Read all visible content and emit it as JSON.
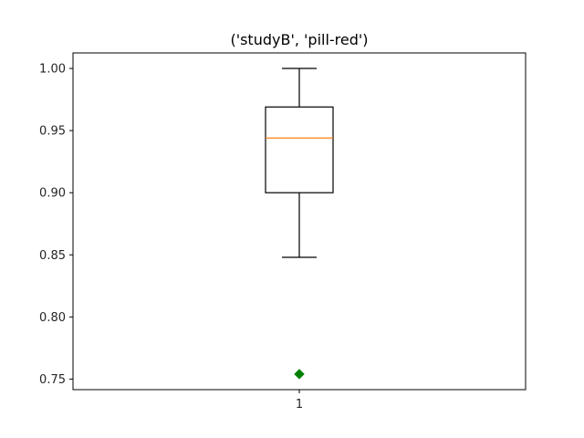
{
  "chart_data": {
    "type": "box",
    "title": "('studyB', 'pill-red')",
    "xlabel": "",
    "ylabel": "",
    "categories": [
      "1"
    ],
    "boxes": [
      {
        "category": "1",
        "whisker_low": 0.848,
        "q1": 0.9,
        "median": 0.944,
        "q3": 0.969,
        "whisker_high": 1.0,
        "outliers": [
          0.754
        ]
      }
    ],
    "ylim": [
      0.7415,
      1.0125
    ],
    "yticks": [
      "0.75",
      "0.80",
      "0.85",
      "0.90",
      "0.95",
      "1.00"
    ],
    "grid": false,
    "colors": {
      "box": "#000000",
      "median": "#ff7f0e",
      "outlier": "#008000"
    }
  }
}
